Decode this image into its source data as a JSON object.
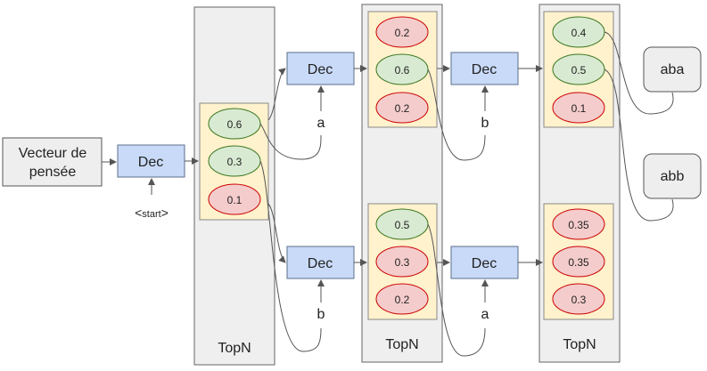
{
  "start_node": {
    "line1": "Vecteur de",
    "line2": "pensée"
  },
  "start_token": {
    "open": "<",
    "word": "start",
    "close": ">"
  },
  "decoder_label": "Dec",
  "group_label": "TopN",
  "stage1": {
    "probs": [
      "0.6",
      "0.3",
      "0.1"
    ]
  },
  "stage2": {
    "top": {
      "input_token": "a",
      "probs": [
        "0.2",
        "0.6",
        "0.2"
      ]
    },
    "bottom": {
      "input_token": "b",
      "probs": [
        "0.5",
        "0.3",
        "0.2"
      ]
    }
  },
  "stage3": {
    "top": {
      "input_token": "b",
      "probs": [
        "0.4",
        "0.5",
        "0.1"
      ]
    },
    "bottom": {
      "input_token": "a",
      "probs": [
        "0.35",
        "0.35",
        "0.3"
      ]
    }
  },
  "outputs": [
    "aba",
    "abb"
  ],
  "colors": {
    "decoder_fill": "#c9daf8",
    "decoder_stroke": "#5b6f8a",
    "group_fill": "#efefef",
    "panel_fill": "#fff2cc",
    "selected_fill": "#d9ead3",
    "selected_stroke": "#38761d",
    "rejected_fill": "#f4cccc",
    "rejected_stroke": "#cc0000",
    "line": "#555555"
  }
}
